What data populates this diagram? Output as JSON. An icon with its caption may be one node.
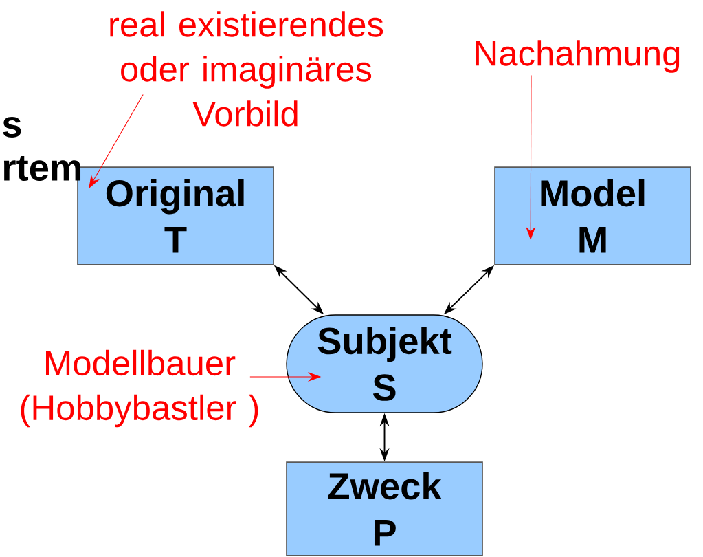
{
  "diagram": {
    "nodes": [
      {
        "text": [
          "Original",
          "T"
        ]
      },
      {
        "text": [
          "Model",
          "M"
        ]
      },
      {
        "text": [
          "Subjekt",
          "S"
        ]
      },
      {
        "text": [
          "Zweck",
          "P"
        ]
      },
      {
        "text": [
          "real existierendes oder imaginäres Vorbild"
        ]
      },
      {
        "text": [
          "Nachahmung"
        ]
      },
      {
        "text": [
          "Modellbauer (Hobbybastler )"
        ]
      }
    ],
    "edges": [
      {
        "from": 0,
        "to": 2,
        "arrow": "both"
      },
      {
        "from": 1,
        "to": 2,
        "arrow": "both"
      },
      {
        "from": 2,
        "to": 3,
        "arrow": "both"
      },
      {
        "from": 4,
        "to": 0,
        "arrow": "to",
        "color": "#ff0000"
      },
      {
        "from": 5,
        "to": 1,
        "arrow": "to",
        "color": "#ff0000"
      },
      {
        "from": 6,
        "to": 2,
        "arrow": "to",
        "color": "#ff0000"
      }
    ],
    "labels": [
      "s",
      "rtem"
    ]
  }
}
